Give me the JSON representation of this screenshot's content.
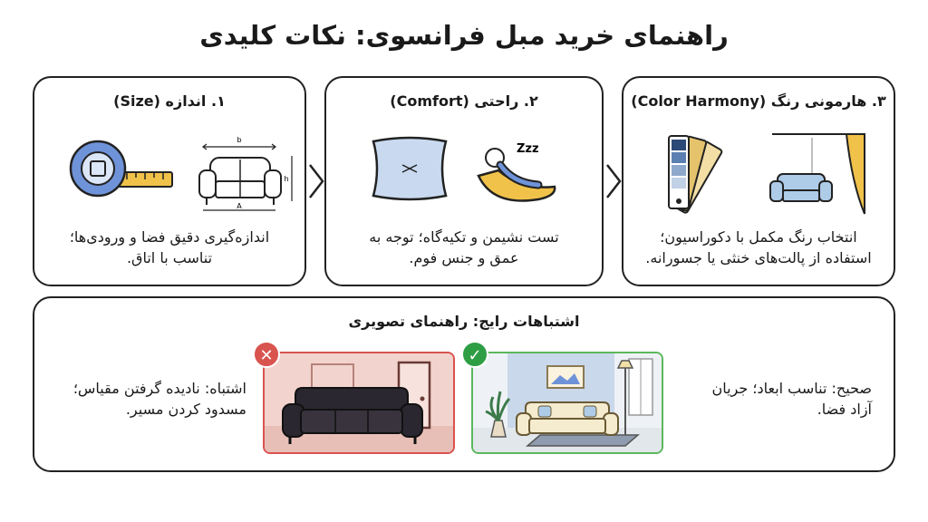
{
  "title": "راهنمای خرید مبل فرانسوی: نکات کلیدی",
  "cards": [
    {
      "heading": "۱. اندازه (Size)",
      "body_lines": [
        "اندازه‌گیری دقیق فضا و ورودی‌ها؛",
        "تناسب با اتاق."
      ],
      "icons": [
        "tape-measure-icon",
        "sofa-dimensions-icon"
      ],
      "dimension_labels": {
        "top": "b",
        "side": "h",
        "bottom": "A"
      }
    },
    {
      "heading": "۲. راحتی (Comfort)",
      "body_lines": [
        "تست نشیمن و تکیه‌گاه؛ توجه به",
        "عمق و جنس فوم."
      ],
      "icons": [
        "pillow-icon",
        "relaxing-person-icon"
      ],
      "sleep_text": "Zzz"
    },
    {
      "heading": "۳. هارمونی رنگ (Color Harmony)",
      "body_lines": [
        "انتخاب رنگ مکمل با دکوراسیون؛",
        "استفاده از پالت‌های خنثی یا جسورانه."
      ],
      "icons": [
        "color-swatch-fan-icon",
        "sofa-curtain-icon"
      ]
    }
  ],
  "mistakes": {
    "heading": "اشتباهات رایج: راهنمای تصویری",
    "wrong_text_lines": [
      "اشتباه: نادیده گرفتن مقیاس؛",
      "مسدود کردن مسیر."
    ],
    "right_text_lines": [
      "صحیح: تناسب ابعاد؛ جریان",
      "آزاد فضا."
    ],
    "wrong_badge": "✕",
    "right_badge": "✓"
  },
  "colors": {
    "wrong": "#d9534f",
    "right": "#2e9e44",
    "sofa_blue": "#aecbe8",
    "tape_blue": "#6f93d8",
    "tape_yellow": "#f1c24a"
  }
}
